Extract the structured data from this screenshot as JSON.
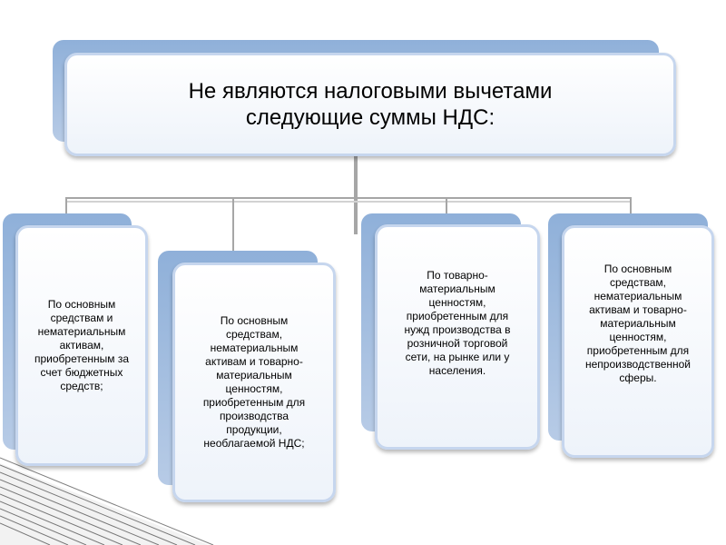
{
  "diagram": {
    "title": "Не являются налоговыми вычетами\nследующие суммы НДС:",
    "items": [
      {
        "text": "По основным\nсредствам и\nнематериальным\nактивам,\nприобретенным за\nсчет бюджетных\nсредств;"
      },
      {
        "text": "По основным\nсредствам,\nнематериальным\nактивам и товарно-\nматериальным\nценностям,\nприобретенным для\nпроизводства\nпродукции,\nнеоблагаемой НДС;"
      },
      {
        "text": "По товарно-\nматериальным\nценностям,\nприобретенным для\nнужд производства в\nрозничной торговой\nсети, на рынке или у\nнаселения."
      },
      {
        "text": "По основным\nсредствам,\nнематериальным\nактивам и товарно-\nматериальным\nценностям,\nприобретенным для\nнепроизводственной\nсферы."
      }
    ]
  },
  "colors": {
    "card_border": "#c6d6ee",
    "card_back": "#8fb0d9",
    "connector": "#a6a6a6"
  }
}
